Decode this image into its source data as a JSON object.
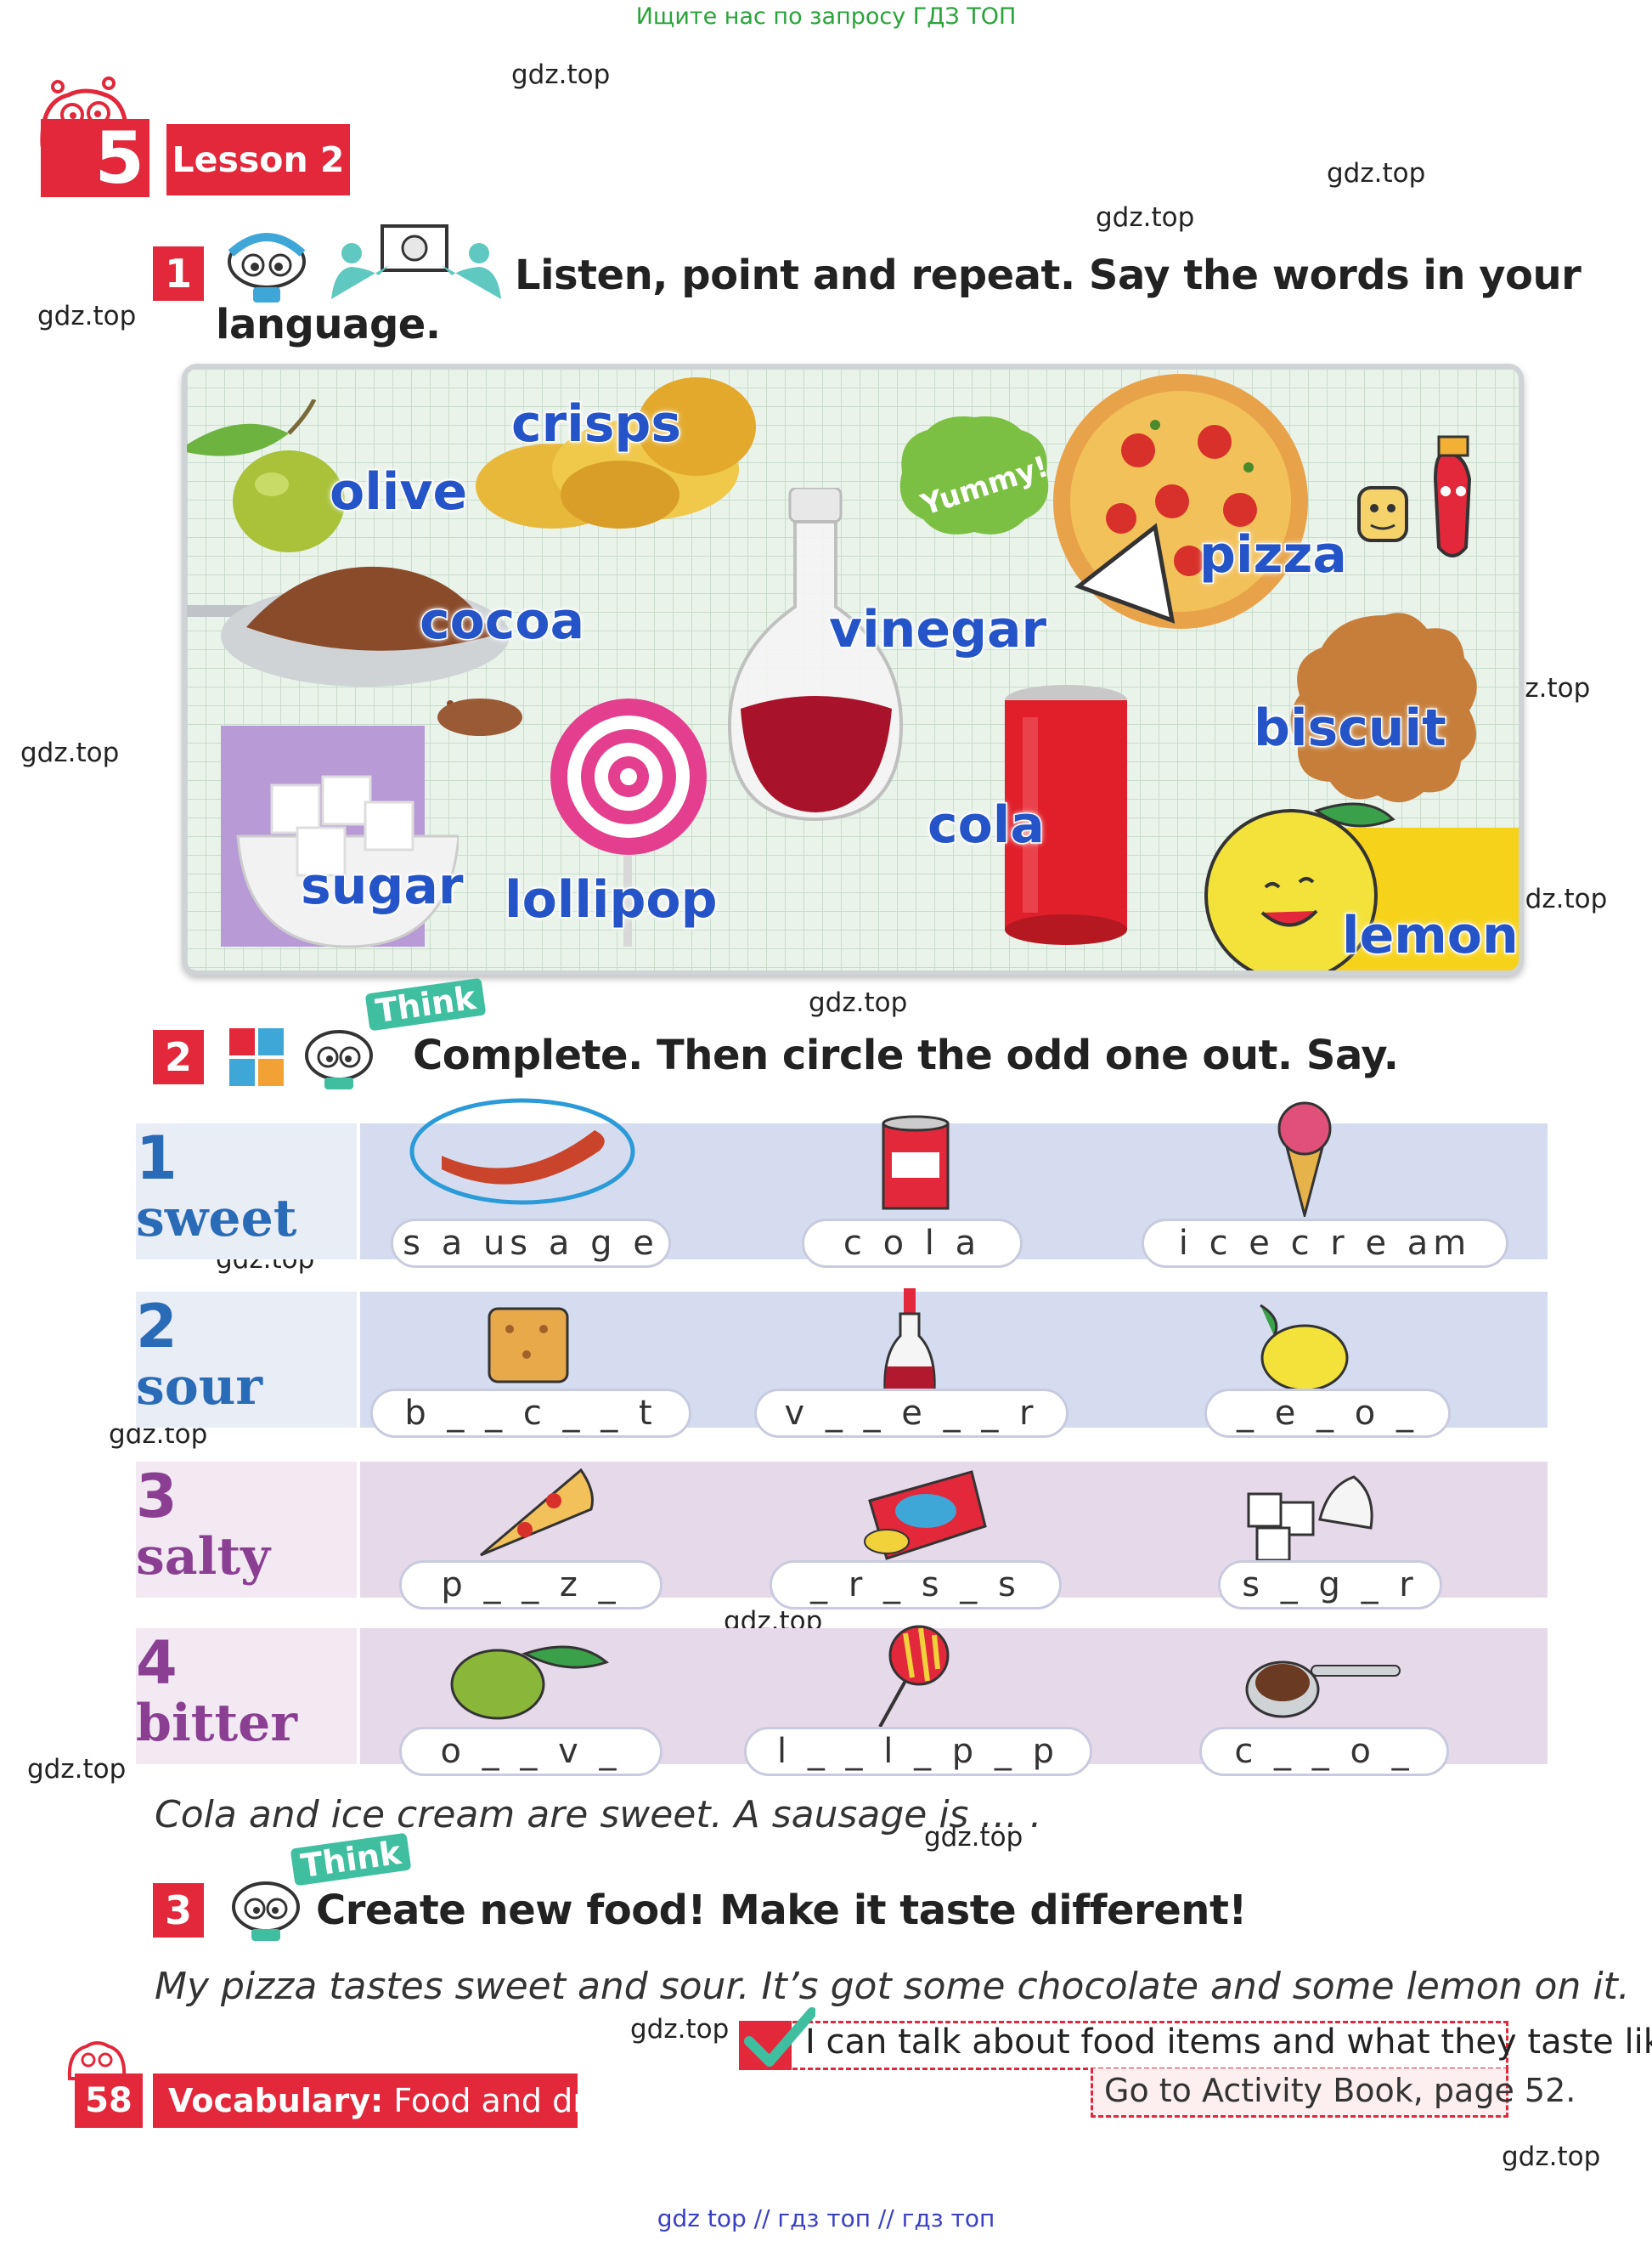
{
  "top_banner": "Ищите нас по запросу ГДЗ ТОП",
  "watermark": "gdz.top",
  "unit": {
    "number": "5",
    "lesson": "Lesson 2"
  },
  "exercise1": {
    "number": "1",
    "instruction_line1": "Listen, point and repeat. Say the words in your",
    "instruction_line2": "language.",
    "yummy": "Yummy!",
    "words": [
      "olive",
      "crisps",
      "pizza",
      "cocoa",
      "vinegar",
      "biscuit",
      "sugar",
      "lollipop",
      "cola",
      "lemon"
    ]
  },
  "exercise2": {
    "number": "2",
    "think": "Think",
    "instruction": "Complete. Then circle the odd one out. Say.",
    "rows": [
      {
        "num": "1",
        "name": "sweet",
        "items": [
          "s a us a g e",
          "c o l a",
          "i c e  c r e am"
        ]
      },
      {
        "num": "2",
        "name": "sour",
        "items": [
          "b _ _ c _ _ t",
          "v _ _ e _ _ r",
          "_ e _ o _"
        ]
      },
      {
        "num": "3",
        "name": "salty",
        "items": [
          "p _ _ z _",
          "_ r _ s _ s",
          "s _ g _ r"
        ]
      },
      {
        "num": "4",
        "name": "bitter",
        "items": [
          "o _ _ v _",
          "l _ _ l _ p _ p",
          "c _ _ o _"
        ]
      }
    ],
    "example": "Cola and ice cream are sweet. A sausage is … ."
  },
  "exercise3": {
    "number": "3",
    "think": "Think",
    "instruction": "Create new food! Make it taste different!",
    "example": "My pizza tastes sweet and sour. It’s got some chocolate and some lemon on it."
  },
  "can_do": {
    "text": "I can talk about food items and what they taste like."
  },
  "activity_book": "Go to Activity Book, page 52.",
  "page_number": "58",
  "vocab": {
    "label": "Vocabulary:",
    "topic": "Food and drinks"
  },
  "footer": "gdz top  //  гдз топ  //  гдз топ",
  "colors": {
    "red": "#e2283a",
    "blue_word": "#2454c7",
    "sweet_band": "#d6dcef",
    "sour_band": "#d6dcef",
    "salty_band": "#e6d9ea",
    "bitter_band": "#e6d9ea"
  }
}
